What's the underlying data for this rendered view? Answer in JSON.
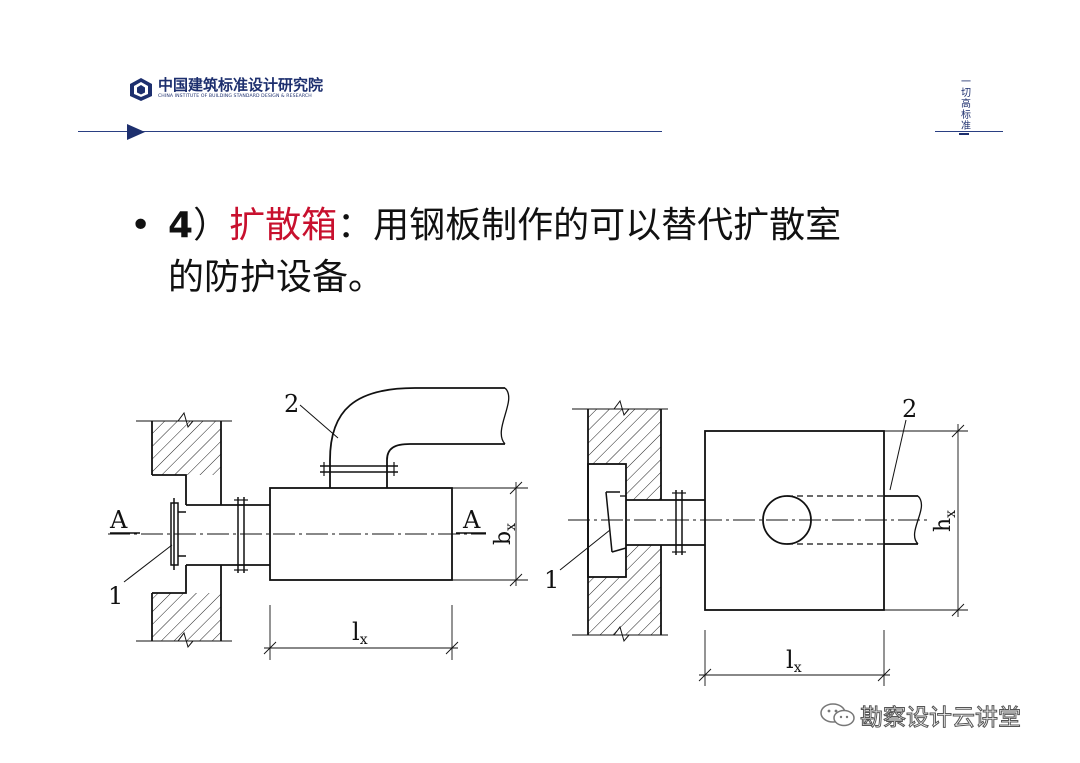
{
  "header": {
    "org_name_cn": "中国建筑标准设计研究院",
    "org_name_en": "CHINA INSTITUTE OF BUILDING STANDARD DESIGN & RESEARCH",
    "side_tag": "一切高标准"
  },
  "bullet": {
    "number": "4",
    "paren": "）",
    "term": "扩散箱",
    "colon": "：",
    "line1_rest": "用钢板制作的可以替代扩散室",
    "line2": "的防护设备。",
    "term_color": "#c8102e"
  },
  "drawing_left": {
    "label_1": "1",
    "label_2": "2",
    "section_a_left": "A",
    "section_a_right": "A",
    "dim_b": "b",
    "dim_b_sub": "x",
    "dim_l": "l",
    "dim_l_sub": "x"
  },
  "drawing_right": {
    "label_1": "1",
    "label_2": "2",
    "dim_h": "h",
    "dim_h_sub": "x",
    "dim_l": "l",
    "dim_l_sub": "x"
  },
  "watermark": {
    "text": "勘察设计云讲堂",
    "icon": "wechat-icon"
  }
}
